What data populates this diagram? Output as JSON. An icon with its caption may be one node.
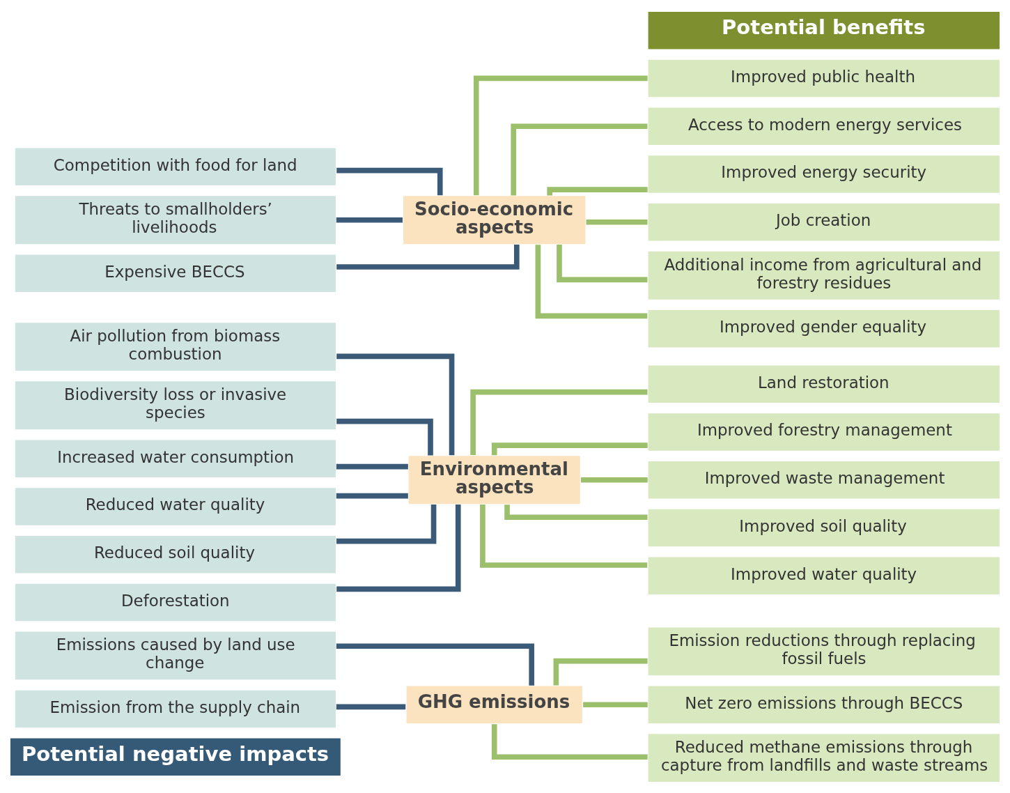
{
  "diagram": {
    "nodes": [
      {
        "text": [
          "Potential negative impacts"
        ]
      },
      {
        "text": [
          "Potential benefits"
        ]
      },
      {
        "text": [
          "Emissions caused by land use change"
        ]
      },
      {
        "text": [
          "Emission from the supply chain"
        ]
      },
      {
        "text": [
          "GHG emissions"
        ]
      },
      {
        "text": [
          "Emission reductions through replacing fossil fuels"
        ]
      },
      {
        "text": [
          "Net zero emissions through BECCS"
        ]
      },
      {
        "text": [
          "Reduced methane emissions through capture from landfills and waste streams"
        ]
      },
      {
        "text": [
          "Air pollution from biomass combustion"
        ]
      },
      {
        "text": [
          "Biodiversity loss or invasive species"
        ]
      },
      {
        "text": [
          "Increased water consumption"
        ]
      },
      {
        "text": [
          "Reduced water quality"
        ]
      },
      {
        "text": [
          "Reduced soil quality"
        ]
      },
      {
        "text": [
          "Deforestation"
        ]
      },
      {
        "text": [
          "Environmental aspects"
        ]
      },
      {
        "text": [
          "Land restoration"
        ]
      },
      {
        "text": [
          "Improved forestry management"
        ]
      },
      {
        "text": [
          "Improved waste management"
        ]
      },
      {
        "text": [
          "Improved soil quality"
        ]
      },
      {
        "text": [
          "Improved water quality"
        ]
      },
      {
        "text": [
          "Competition with food for land"
        ]
      },
      {
        "text": [
          "Threats to smallholders’ livelihoods"
        ]
      },
      {
        "text": [
          "Expensive BECCS"
        ]
      },
      {
        "text": [
          "Socio-economic aspects"
        ]
      },
      {
        "text": [
          "Improved public health"
        ]
      },
      {
        "text": [
          "Access to modern energy services"
        ]
      },
      {
        "text": [
          "Improved energy security"
        ]
      },
      {
        "text": [
          "Job creation"
        ]
      },
      {
        "text": [
          "Additional income from agricultural and forestry residues"
        ]
      },
      {
        "text": [
          "Improved gender equality"
        ]
      }
    ],
    "edges": [
      {
        "from": 2,
        "to": 4,
        "arrow": "none",
        "color": "#3a5a78"
      },
      {
        "from": 3,
        "to": 4,
        "arrow": "none",
        "color": "#3a5a78"
      },
      {
        "from": 4,
        "to": 5,
        "arrow": "none"
      },
      {
        "from": 4,
        "to": 6,
        "arrow": "none"
      },
      {
        "from": 4,
        "to": 7,
        "arrow": "none"
      },
      {
        "from": 8,
        "to": 14,
        "arrow": "none",
        "color": "#3a5a78"
      },
      {
        "from": 9,
        "to": 14,
        "arrow": "none",
        "color": "#3a5a78"
      },
      {
        "from": 10,
        "to": 14,
        "arrow": "none",
        "color": "#3a5a78"
      },
      {
        "from": 11,
        "to": 14,
        "arrow": "none",
        "color": "#3a5a78"
      },
      {
        "from": 12,
        "to": 14,
        "arrow": "none",
        "color": "#3a5a78"
      },
      {
        "from": 13,
        "to": 14,
        "arrow": "none",
        "color": "#3a5a78"
      },
      {
        "from": 14,
        "to": 15,
        "arrow": "none"
      },
      {
        "from": 14,
        "to": 16,
        "arrow": "none"
      },
      {
        "from": 14,
        "to": 17,
        "arrow": "none"
      },
      {
        "from": 14,
        "to": 18,
        "arrow": "none"
      },
      {
        "from": 14,
        "to": 19,
        "arrow": "none"
      },
      {
        "from": 20,
        "to": 23,
        "arrow": "none",
        "color": "#3a5a78"
      },
      {
        "from": 21,
        "to": 23,
        "arrow": "none",
        "color": "#3a5a78"
      },
      {
        "from": 22,
        "to": 23,
        "arrow": "none",
        "color": "#3a5a78"
      },
      {
        "from": 23,
        "to": 24,
        "arrow": "none"
      },
      {
        "from": 23,
        "to": 25,
        "arrow": "none"
      },
      {
        "from": 23,
        "to": 26,
        "arrow": "none"
      },
      {
        "from": 23,
        "to": 27,
        "arrow": "none"
      },
      {
        "from": 23,
        "to": 28,
        "arrow": "none"
      },
      {
        "from": 23,
        "to": 29,
        "arrow": "none"
      }
    ]
  }
}
